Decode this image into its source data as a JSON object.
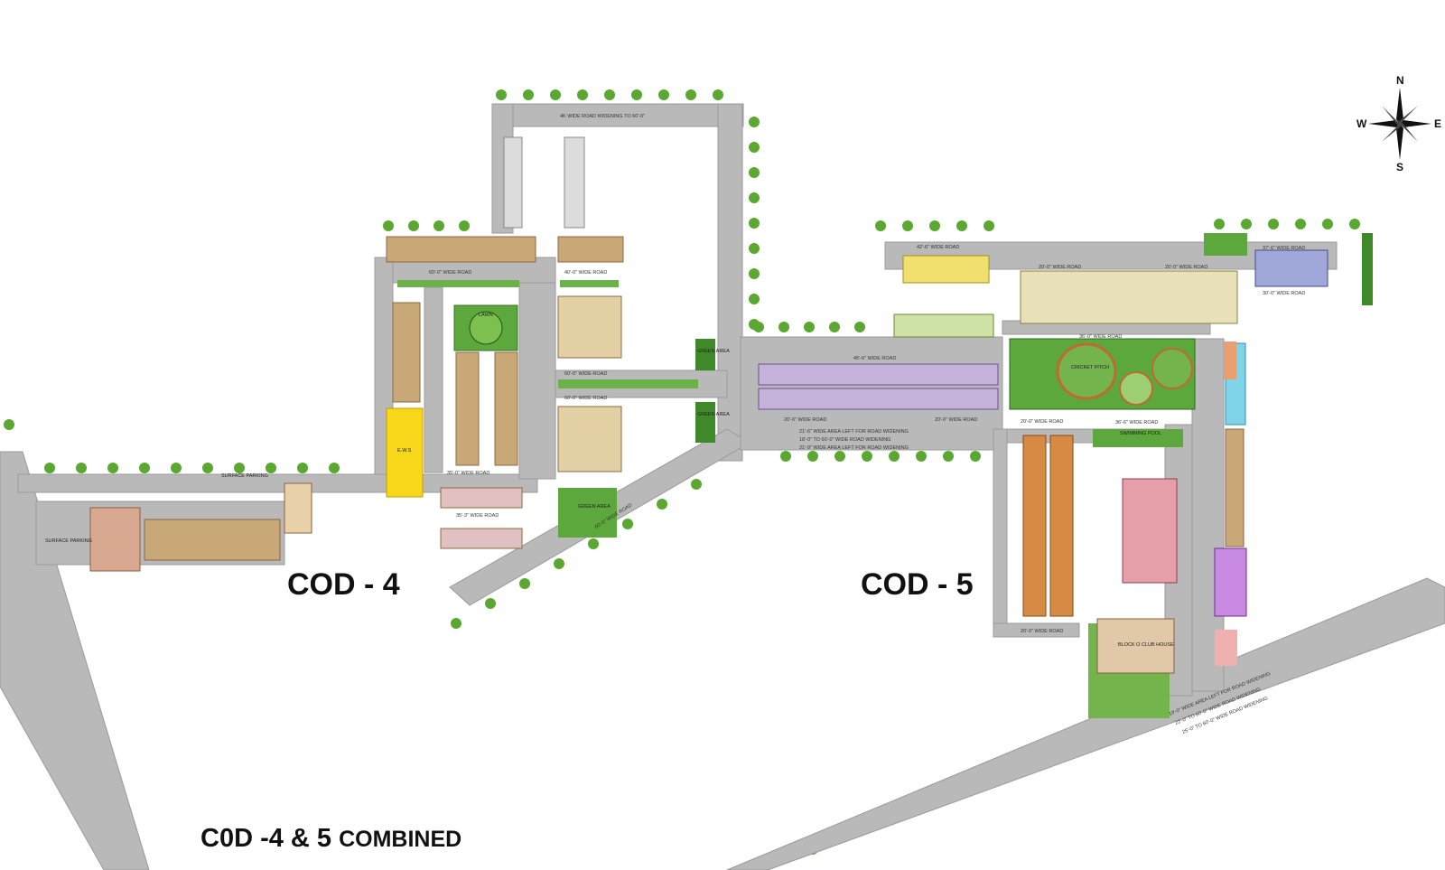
{
  "title": {
    "main": "C0D -4 & 5",
    "suffix": "COMBINED"
  },
  "districts": {
    "cod4": "COD - 4",
    "cod5": "COD - 5"
  },
  "compass": {
    "n": "N",
    "s": "S",
    "e": "E",
    "w": "W"
  },
  "roads": {
    "top": "4K WIDE ROAD WIDENING TO 60'-0\"",
    "r60": "60'-0\" WIDE ROAD",
    "r40": "40'-0\" WIDE ROAD",
    "r60b": "60'-0\" WIDE ROAD",
    "r60c": "60'-0\" WIDE ROAD",
    "r35": "35'-0\" WIDE ROAD",
    "r35b": "35'-3\" WIDE ROAD",
    "r42": "42'-6\" WIDE ROAD",
    "r20a": "20'-0\" WIDE ROAD",
    "r20b": "20'-0\" WIDE ROAD",
    "r37": "37'-6\" WIDE ROAD",
    "r30": "30'-0\" WIDE ROAD",
    "r36": "36'-0\" WIDE ROAD",
    "r45": "45'-6\" WIDE ROAD",
    "r20c": "20'-0\" WIDE ROAD",
    "r20d": "20'-0\" WIDE ROAD",
    "r36b": "36'-6\" WIDE ROAD",
    "r20e": "20'-0\" WIDE ROAD",
    "r20f": "20'-0\" WIDE ROAD",
    "wid1": "21'-6\" WIDE AREA LEFT FOR ROAD WIDENING",
    "wid2": "18'-0\" TO 60'-0\" WIDE ROAD WIDENING",
    "wid3": "21'-9\" WIDE AREA LEFT FOR ROAD WIDENING",
    "diag": "60'-0\" WIDE ROAD",
    "wid4": "19'-0\" WIDE AREA LEFT FOR ROAD WIDENING",
    "wid5": "22'-0\" TO 60'-0\" WIDE ROAD WIDENING",
    "wid6": "25'-0\" TO 60'-0\" WIDE ROAD WIDENING"
  },
  "amenities": {
    "cricket": "CRICKET PITCH",
    "club": "BLOCK O CLUB HOUSE",
    "surface_parking": "SURFACE PARKING",
    "surface_parking2": "SURFACE PARKING",
    "green_area": "GREEN AREA",
    "green_area2": "GREEN AREA",
    "green_area3": "GREEN AREA",
    "lawn": "LAWN",
    "ews": "E.W.S",
    "swimming": "SWIMMING POOL"
  },
  "colors": {
    "road": "#b9b9b9",
    "tan": "#c9a878",
    "lavender": "#c4b2d8",
    "yellow": "#f1df6e",
    "lightgreen": "#cfe3a8",
    "cream": "#e8e0b8",
    "orange": "#d68a44",
    "pink": "#e69ea8",
    "purple": "#c88ae2",
    "blue": "#9fa8d8",
    "cyan": "#7fd4ea",
    "grass": "#5ca83c"
  }
}
